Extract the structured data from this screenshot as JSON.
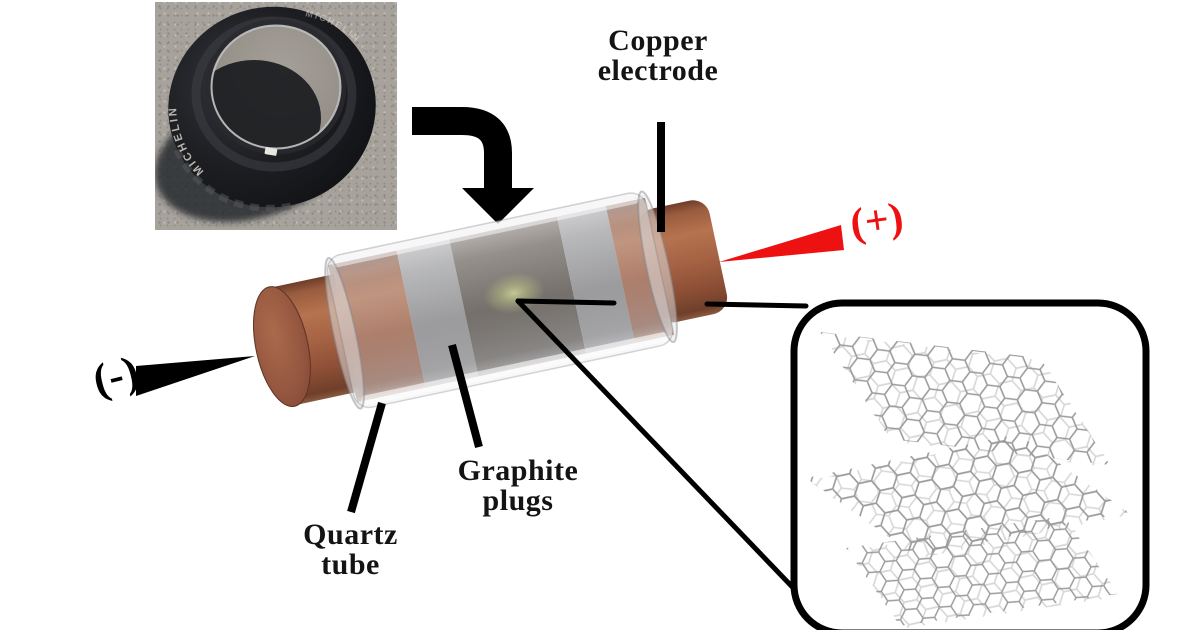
{
  "figure": {
    "labels": {
      "copper_electrode": {
        "line1": "Copper",
        "line2": "electrode"
      },
      "graphite_plugs": {
        "line1": "Graphite",
        "line2": "plugs"
      },
      "quartz_tube": {
        "line1": "Quartz",
        "line2": "tube"
      },
      "positive_terminal": "(+)",
      "negative_terminal": "(-)"
    },
    "tire": {
      "brand": "MICHELIN"
    },
    "colors": {
      "copper": "#9c5b3e",
      "copper_light": "#b5734f",
      "copper_dark": "#6f3f2a",
      "graphite_plug": "#8d8d8f",
      "reaction_zone_dark": "#4a443d",
      "reaction_glow": "#a8ae5f",
      "quartz": "#d8d8da",
      "positive_red": "#ee1111",
      "black": "#000000",
      "graphene_line": "#9a9a9a",
      "asphalt": "#a7a29c",
      "background": "#ffffff"
    }
  }
}
